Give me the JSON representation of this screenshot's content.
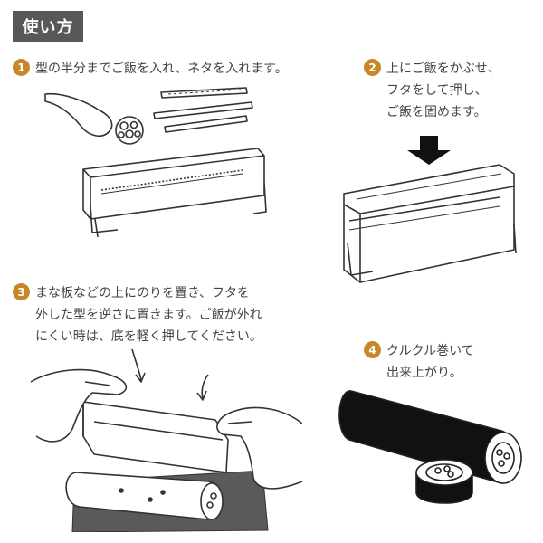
{
  "header": {
    "title": "使い方"
  },
  "steps": [
    {
      "number": "1",
      "lines": [
        "型の半分までご飯を入れ、ネタを入れます。"
      ]
    },
    {
      "number": "2",
      "lines": [
        "上にご飯をかぶせ、",
        "フタをして押し、",
        "ご飯を固めます。"
      ]
    },
    {
      "number": "3",
      "lines": [
        "まな板などの上にのりを置き、フタを",
        "外した型を逆さに置きます。ご飯が外れ",
        "にくい時は、底を軽く押してください。"
      ]
    },
    {
      "number": "4",
      "lines": [
        "クルクル巻いて",
        "出来上がり。"
      ]
    }
  ],
  "colors": {
    "badge": "#c8862a",
    "title_bg": "#585858",
    "line": "#333333"
  },
  "icons": [
    "rice-paddle-icon",
    "down-arrow-icon",
    "hand-icon",
    "sushi-roll-icon"
  ]
}
